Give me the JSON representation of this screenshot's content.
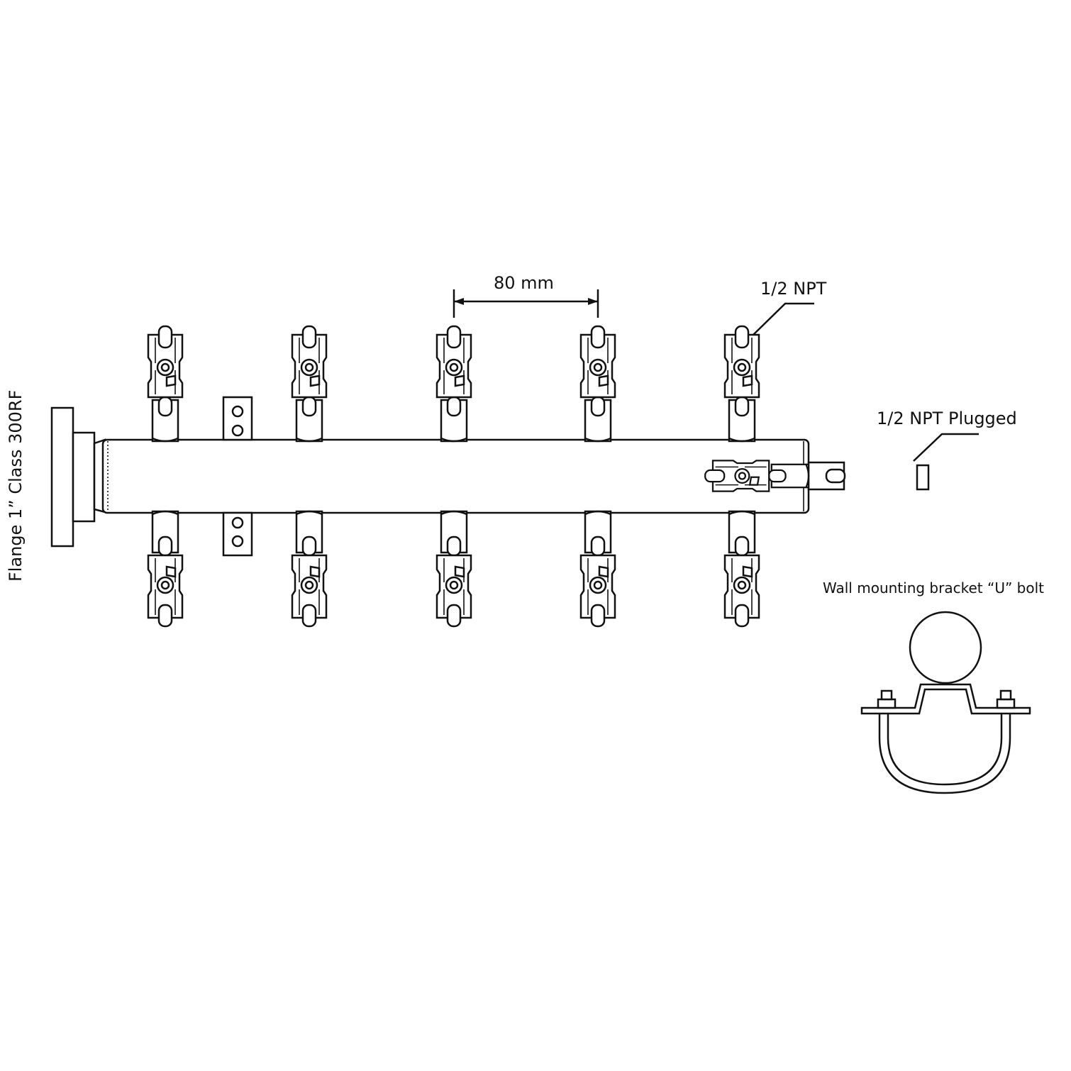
{
  "labels": {
    "flange": "Flange 1” Class 300RF",
    "spacing": "80 mm",
    "port": "1/2 NPT",
    "plugged": "1/2 NPT Plugged",
    "bracket": "Wall mounting bracket “U” bolt"
  },
  "manifold": {
    "valves_per_side": 5,
    "sides": [
      "top",
      "bottom"
    ],
    "end_valve": "plugged"
  },
  "colors": {
    "line": "#111111",
    "background": "#ffffff"
  }
}
